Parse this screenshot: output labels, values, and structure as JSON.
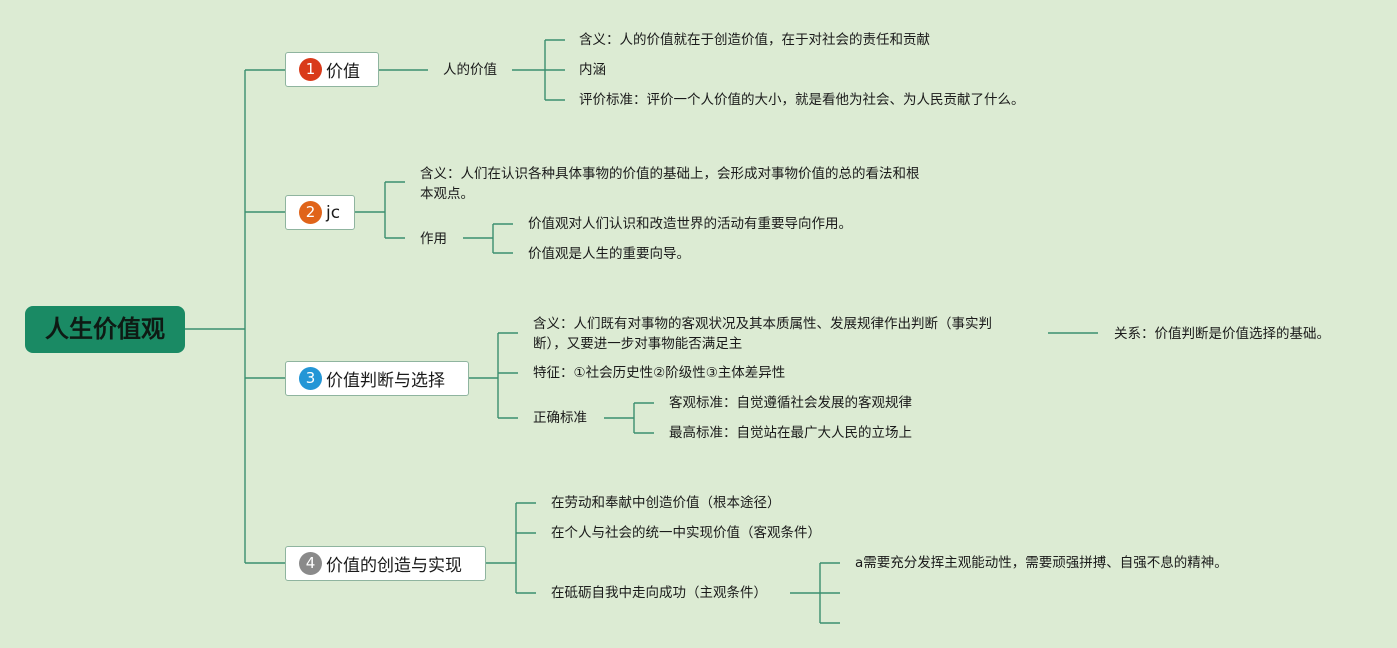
{
  "colors": {
    "background": "#dcebd3",
    "root_fill": "#1a8a64",
    "connector": "#3b8f6f",
    "badge_1": "#d93a1a",
    "badge_2": "#e0641a",
    "badge_3": "#2496d6",
    "badge_4": "#8a8a8a"
  },
  "root": {
    "label": "人生价值观"
  },
  "branches": [
    {
      "badge": "1",
      "label": "价值",
      "children": [
        {
          "label": "人的价值",
          "children": [
            {
              "label": "含义：人的价值就在于创造价值，在于对社会的责任和贡献"
            },
            {
              "label": "内涵"
            },
            {
              "label": "评价标准：评价一个人价值的大小，就是看他为社会、为人民贡献了什么。"
            }
          ]
        }
      ]
    },
    {
      "badge": "2",
      "label": "jc",
      "children": [
        {
          "label": "含义：人们在认识各种具体事物的价值的基础上，会形成对事物价值的总的看法和根本观点。"
        },
        {
          "label": "作用",
          "children": [
            {
              "label": "价值观对人们认识和改造世界的活动有重要导向作用。"
            },
            {
              "label": "价值观是人生的重要向导。"
            }
          ]
        }
      ]
    },
    {
      "badge": "3",
      "label": "价值判断与选择",
      "children": [
        {
          "label": "含义：人们既有对事物的客观状况及其本质属性、发展规律作出判断（事实判断），又要进一步对事物能否满足主",
          "children": [
            {
              "label": "关系：价值判断是价值选择的基础。"
            }
          ]
        },
        {
          "label": "特征：①社会历史性②阶级性③主体差异性"
        },
        {
          "label": "正确标准",
          "children": [
            {
              "label": "客观标准：自觉遵循社会发展的客观规律"
            },
            {
              "label": "最高标准：自觉站在最广大人民的立场上"
            }
          ]
        }
      ]
    },
    {
      "badge": "4",
      "label": "价值的创造与实现",
      "children": [
        {
          "label": "在劳动和奉献中创造价值（根本途径）"
        },
        {
          "label": "在个人与社会的统一中实现价值（客观条件）"
        },
        {
          "label": "在砥砺自我中走向成功（主观条件）",
          "children": [
            {
              "label": "a需要充分发挥主观能动性，需要顽强拼搏、自强不息的精神。"
            },
            {
              "label": ""
            },
            {
              "label": ""
            }
          ]
        }
      ]
    }
  ]
}
